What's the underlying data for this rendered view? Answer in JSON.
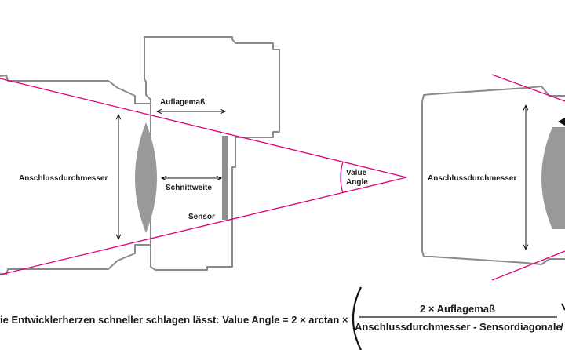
{
  "labels": {
    "auflagemass": "Auflagemaß",
    "anschlussdurchmesser": "Anschlussdurchmesser",
    "schnittweite": "Schnittweite",
    "sensor": "Sensor",
    "value_angle_line1": "Value",
    "value_angle_line2": "Angle",
    "right_anschlussdurchmesser": "Anschlussdurchmesser"
  },
  "formula": {
    "prefix": "ie Entwicklerherzen schneller schlagen lässt: Value Angle = 2 × arctan ×",
    "numerator": "2 × Auflagemaß",
    "denominator": "Anschlussdurchmesser - Sensordiagonale",
    "trailing": "/"
  },
  "colors": {
    "ray": "#e0007a",
    "outline": "#8a8a8a",
    "lens": "#999999",
    "sensor": "#8f8f8f",
    "text": "#1a1a1a"
  }
}
